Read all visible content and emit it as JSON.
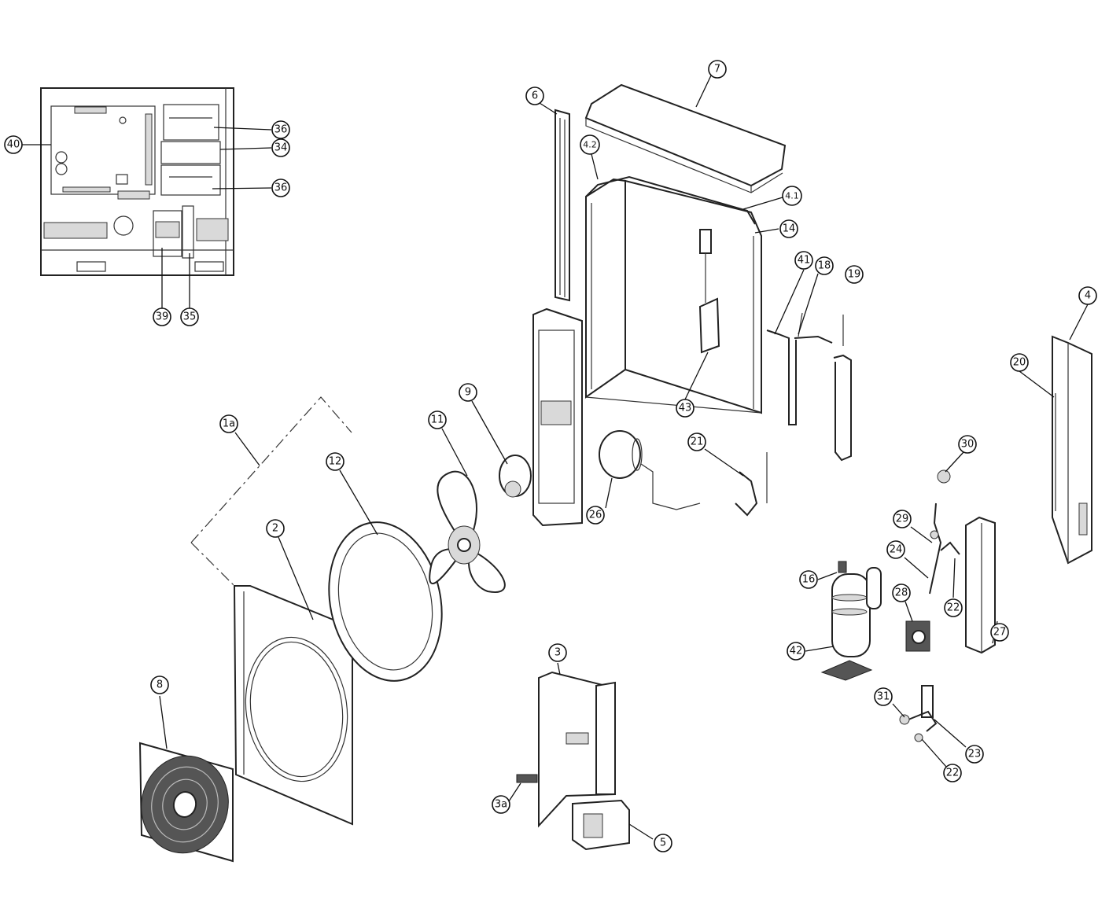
{
  "callouts": [
    {
      "id": "c40",
      "label": "40"
    },
    {
      "id": "c36a",
      "label": "36"
    },
    {
      "id": "c34",
      "label": "34"
    },
    {
      "id": "c36b",
      "label": "36"
    },
    {
      "id": "c39",
      "label": "39"
    },
    {
      "id": "c35",
      "label": "35"
    },
    {
      "id": "c7",
      "label": "7"
    },
    {
      "id": "c6",
      "label": "6"
    },
    {
      "id": "c42a",
      "label": "4.2"
    },
    {
      "id": "c41a",
      "label": "4.1"
    },
    {
      "id": "c14",
      "label": "14"
    },
    {
      "id": "c41",
      "label": "41"
    },
    {
      "id": "c18",
      "label": "18"
    },
    {
      "id": "c19",
      "label": "19"
    },
    {
      "id": "c4",
      "label": "4"
    },
    {
      "id": "c20",
      "label": "20"
    },
    {
      "id": "c43",
      "label": "43"
    },
    {
      "id": "c9",
      "label": "9"
    },
    {
      "id": "c11",
      "label": "11"
    },
    {
      "id": "c1a",
      "label": "1a"
    },
    {
      "id": "c12",
      "label": "12"
    },
    {
      "id": "c2",
      "label": "2"
    },
    {
      "id": "c26",
      "label": "26"
    },
    {
      "id": "c21",
      "label": "21"
    },
    {
      "id": "c30",
      "label": "30"
    },
    {
      "id": "c29",
      "label": "29"
    },
    {
      "id": "c24",
      "label": "24"
    },
    {
      "id": "c16",
      "label": "16"
    },
    {
      "id": "c28",
      "label": "28"
    },
    {
      "id": "c22a",
      "label": "22"
    },
    {
      "id": "c27",
      "label": "27"
    },
    {
      "id": "c42",
      "label": "42"
    },
    {
      "id": "c8",
      "label": "8"
    },
    {
      "id": "c3",
      "label": "3"
    },
    {
      "id": "c3a",
      "label": "3a"
    },
    {
      "id": "c5",
      "label": "5"
    },
    {
      "id": "c31",
      "label": "31"
    },
    {
      "id": "c23",
      "label": "23"
    },
    {
      "id": "c22b",
      "label": "22"
    }
  ]
}
